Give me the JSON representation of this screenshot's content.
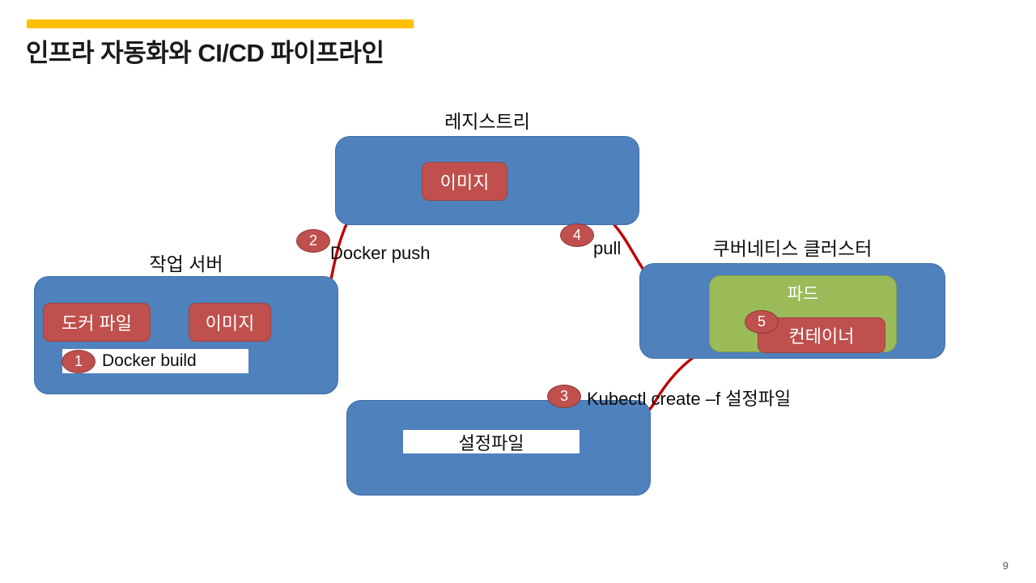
{
  "slide": {
    "title": "인프라 자동화와 CI/CD 파이프라인",
    "number": "9",
    "accent_color": "#ffc000",
    "box_color": "#4f81bd",
    "item_color": "#c0504d",
    "pod_color": "#9bbb59",
    "arrow_color": "#c00000"
  },
  "groups": {
    "registry": {
      "label": "레지스트리",
      "image_box": "이미지"
    },
    "work_server": {
      "label": "작업 서버",
      "dockerfile_box": "도커 파일",
      "image_box": "이미지",
      "build_caption": "Docker build"
    },
    "kubernetes": {
      "label": "쿠버네티스 클러스터",
      "pod_label": "파드",
      "container_box": "컨테이너"
    },
    "config": {
      "file_box": "설정파일"
    }
  },
  "steps": [
    {
      "number": "1",
      "caption": "Docker build"
    },
    {
      "number": "2",
      "caption": "Docker push"
    },
    {
      "number": "3",
      "caption": "Kubectl create –f 설정파일"
    },
    {
      "number": "4",
      "caption": "pull"
    },
    {
      "number": "5",
      "caption": ""
    }
  ]
}
